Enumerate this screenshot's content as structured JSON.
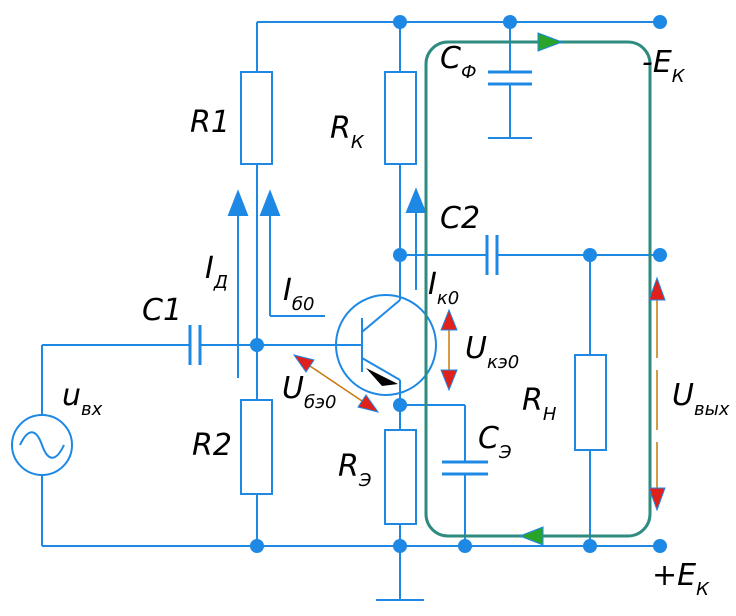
{
  "labels": {
    "r1": "R1",
    "r2": "R2",
    "rk": {
      "main": "R",
      "sub": "К"
    },
    "re": {
      "main": "R",
      "sub": "Э"
    },
    "rn": {
      "main": "R",
      "sub": "Н"
    },
    "c1": "C1",
    "c2": "C2",
    "cf": {
      "main": "C",
      "sub": "Ф"
    },
    "ce": {
      "main": "C",
      "sub": "Э"
    },
    "id": {
      "main": "I",
      "sub": "Д"
    },
    "ib0": {
      "main": "I",
      "sub": "б0"
    },
    "ik0": {
      "main": "I",
      "sub": "к0"
    },
    "ube0": {
      "main": "U",
      "sub": "бэ0"
    },
    "uke0": {
      "main": "U",
      "sub": "кэ0"
    },
    "uvx": {
      "main": "u",
      "sub": "вх"
    },
    "uvyx": {
      "main": "U",
      "sub": "вых"
    },
    "ek_top": {
      "main": "-E",
      "sub": "К"
    },
    "ek_bottom": {
      "main": "+E",
      "sub": "К"
    }
  },
  "colors": {
    "wire": "#1e88e5",
    "loop": "#2e8b7f",
    "red": "#e0201a",
    "orange": "#c8790a",
    "green": "#2aa32a"
  }
}
